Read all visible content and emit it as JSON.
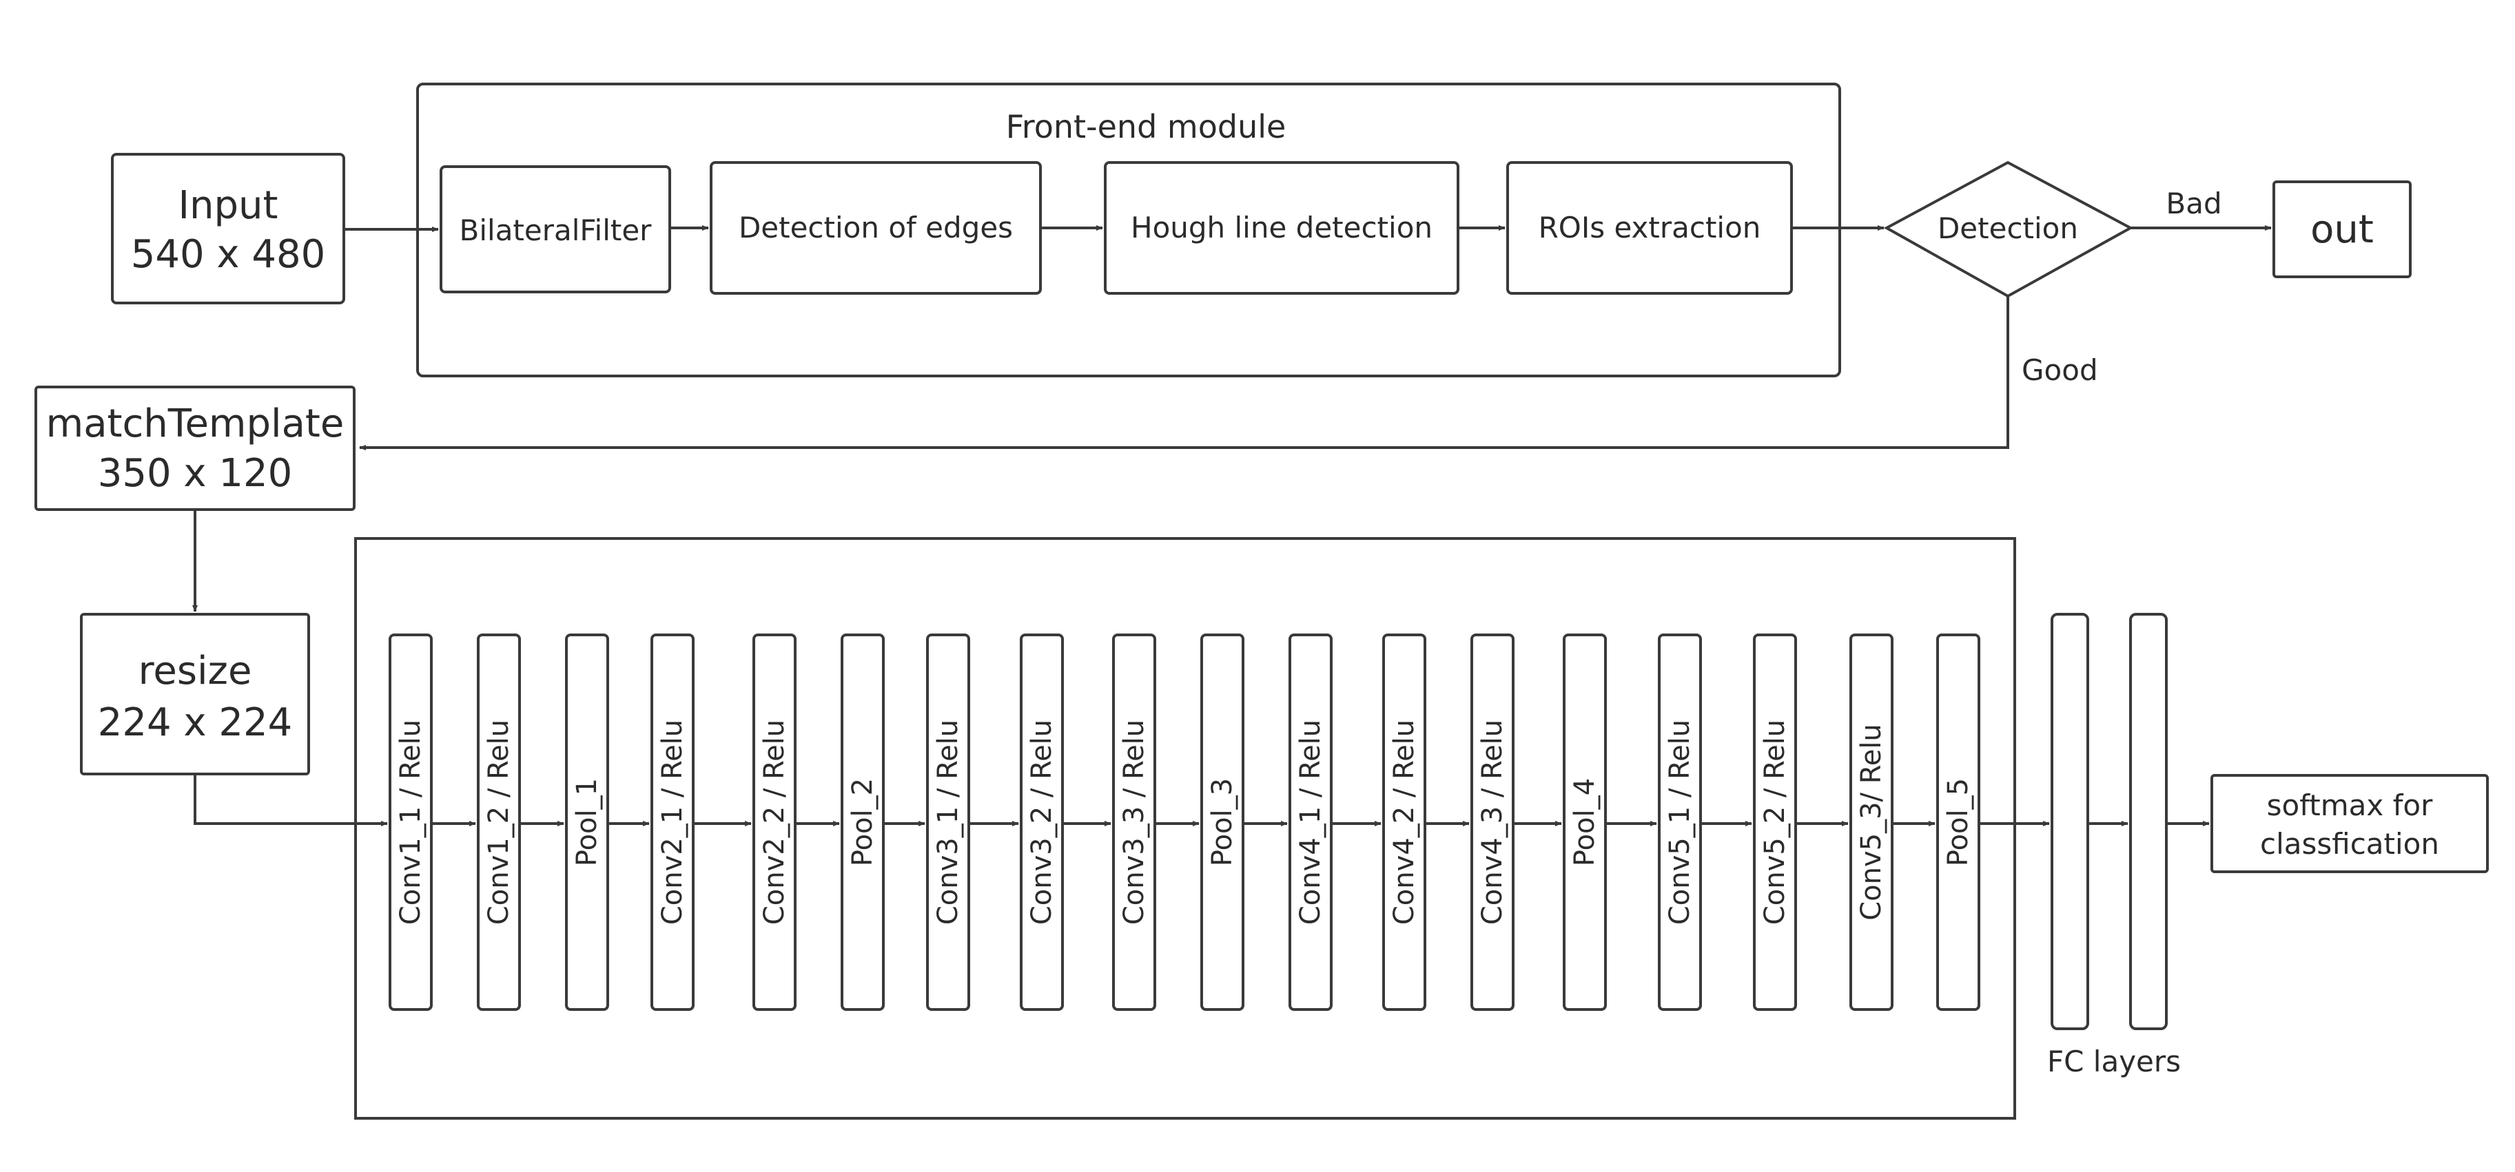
{
  "front_end": {
    "title": "Front-end module",
    "steps": [
      "BilateralFilter",
      "Detection of edges",
      "Hough line detection",
      "ROIs extraction"
    ]
  },
  "input": {
    "line1": "Input",
    "line2": "540 x 480"
  },
  "decision": {
    "label": "Detection",
    "bad_label": "Bad",
    "good_label": "Good"
  },
  "out": {
    "label": "out"
  },
  "match_template": {
    "line1": "matchTemplate",
    "line2": "350 x 120"
  },
  "resize": {
    "line1": "resize",
    "line2": "224 x 224"
  },
  "cnn_layers": [
    "Conv1_1 / Relu",
    "Conv1_2 / Relu",
    "Pool_1",
    "Conv2_1 / Relu",
    "Conv2_2 / Relu",
    "Pool_2",
    "Conv3_1 / Relu",
    "Conv3_2 / Relu",
    "Conv3_3 / Relu",
    "Pool_3",
    "Conv4_1 / Relu",
    "Conv4_2 / Relu",
    "Conv4_3 / Relu",
    "Pool_4",
    "Conv5_1 / Relu",
    "Conv5_2 / Relu",
    "Conv5_3/ Relu",
    "Pool_5"
  ],
  "fc": {
    "label": "FC layers"
  },
  "softmax": {
    "line1": "softmax for",
    "line2": "classfication"
  }
}
